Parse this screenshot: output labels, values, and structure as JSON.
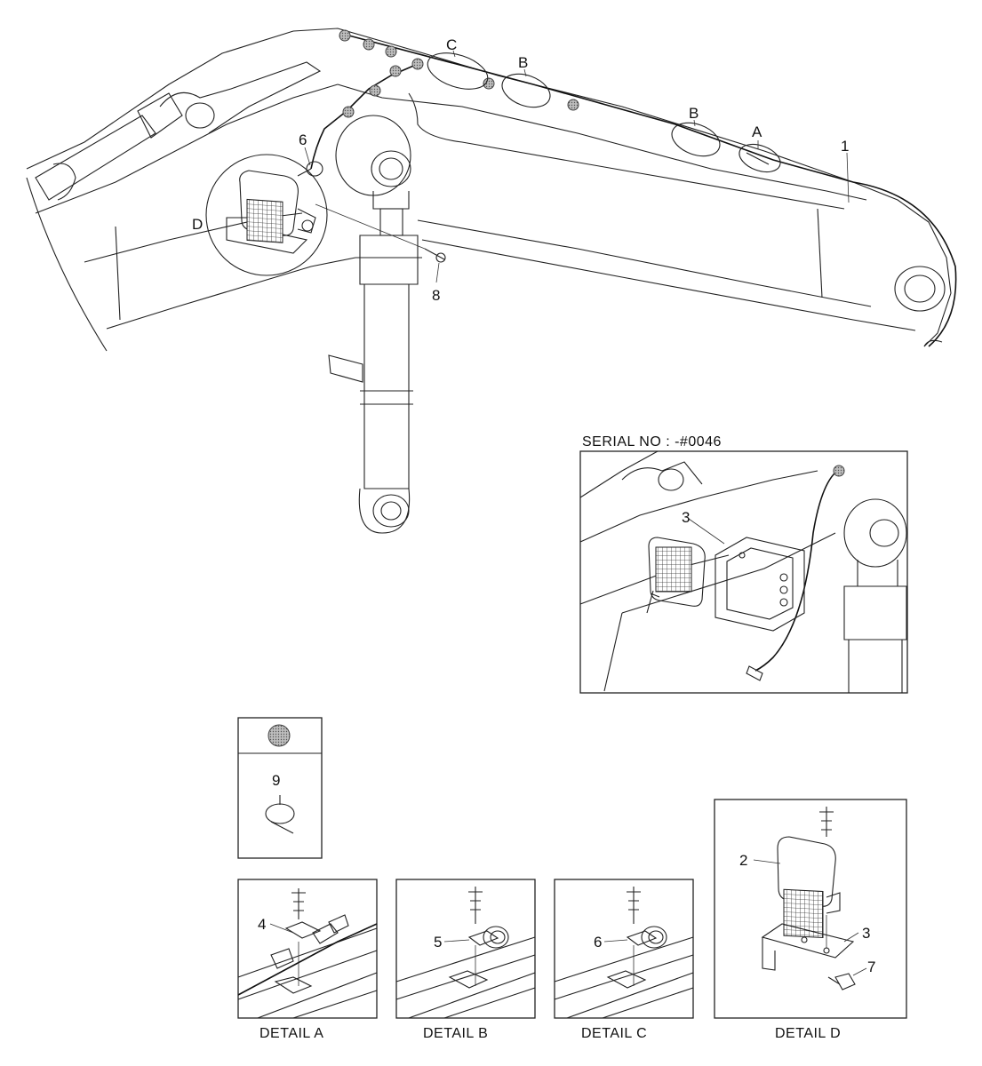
{
  "serial_note": "SERIAL NO : -#0046",
  "callouts": {
    "c1": "1",
    "c6": "6",
    "c8": "8",
    "cA": "A",
    "cB1": "B",
    "cB2": "B",
    "cC": "C",
    "cD": "D",
    "c3_inset": "3",
    "c9": "9",
    "c4": "4",
    "c5": "5",
    "c6b": "6",
    "c2": "2",
    "c3": "3",
    "c7": "7"
  },
  "details": {
    "a": "DETAIL  A",
    "b": "DETAIL  B",
    "c": "DETAIL  C",
    "d": "DETAIL  D"
  }
}
